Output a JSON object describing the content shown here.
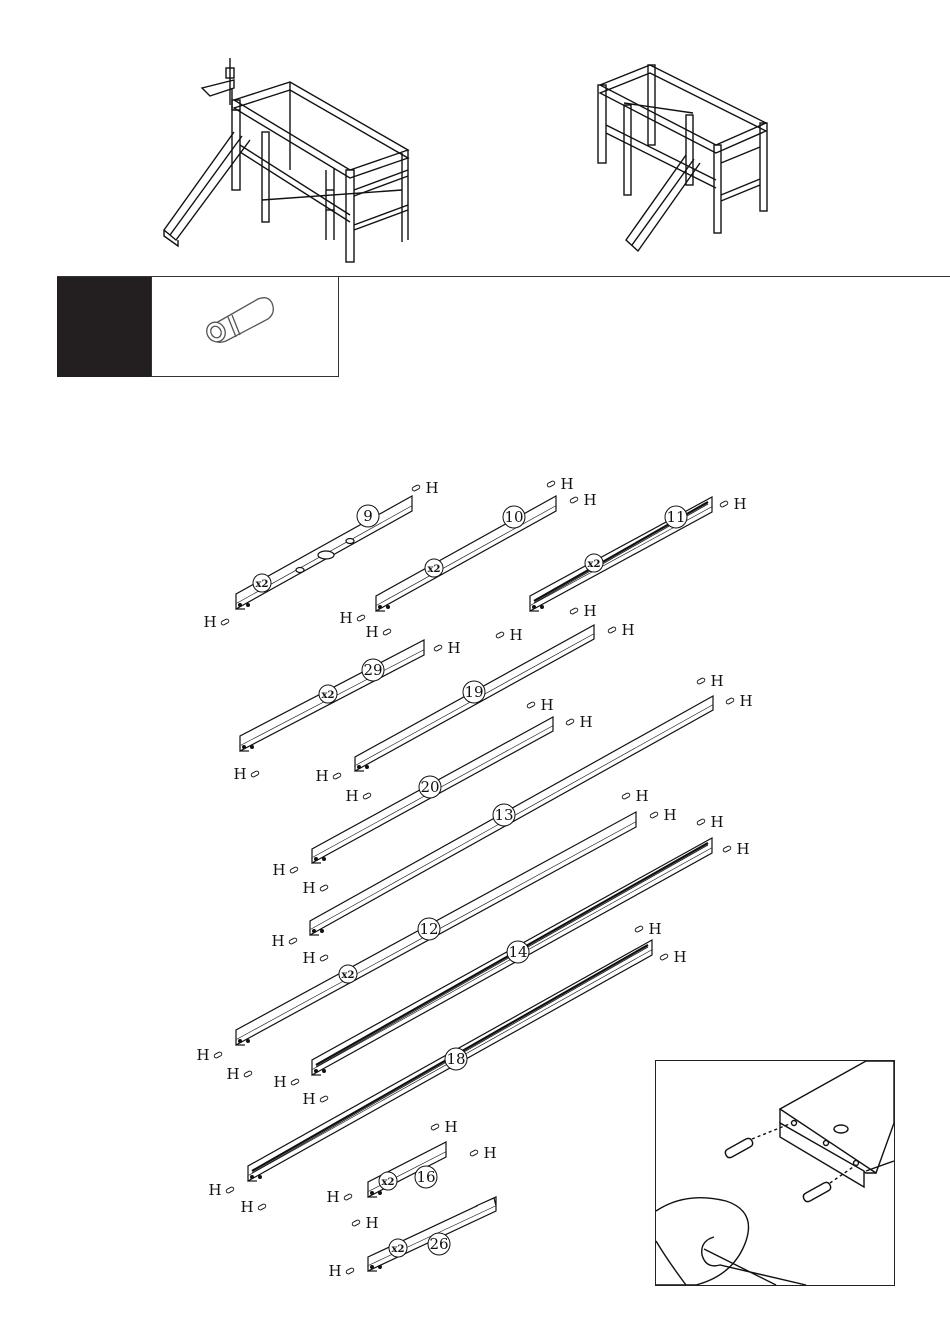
{
  "hardware_label": "H",
  "parts": [
    {
      "id": "9",
      "qty": "x2"
    },
    {
      "id": "10",
      "qty": "x2"
    },
    {
      "id": "11",
      "qty": "x2"
    },
    {
      "id": "29",
      "qty": "x2"
    },
    {
      "id": "19",
      "qty": ""
    },
    {
      "id": "20",
      "qty": ""
    },
    {
      "id": "13",
      "qty": ""
    },
    {
      "id": "12",
      "qty": "x2"
    },
    {
      "id": "14",
      "qty": ""
    },
    {
      "id": "18",
      "qty": ""
    },
    {
      "id": "16",
      "qty": "x2"
    },
    {
      "id": "26",
      "qty": "x2"
    }
  ],
  "icons": {
    "dowel": "dowel-pin-icon",
    "bed_left": "loft-bed-slide-left-illustration",
    "bed_right": "loft-bed-slide-right-illustration",
    "detail": "dowel-insert-detail-illustration"
  }
}
